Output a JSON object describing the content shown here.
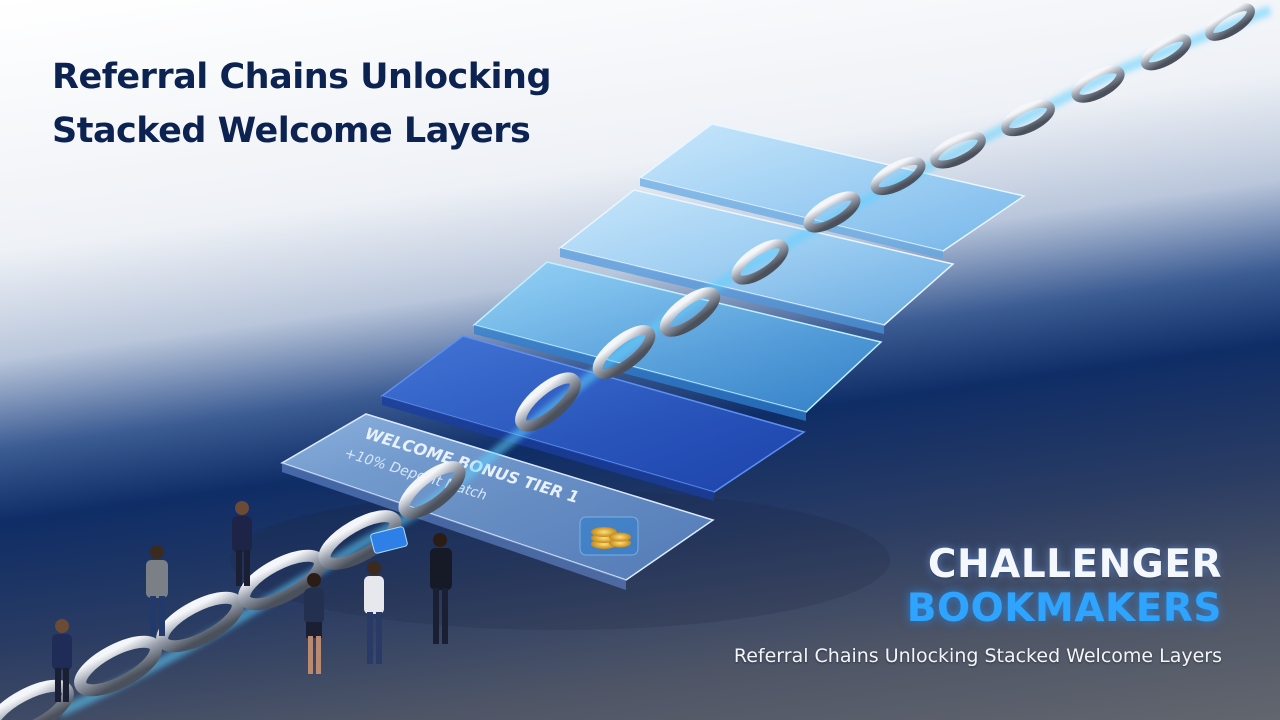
{
  "headline": {
    "line1": "Referral Chains Unlocking",
    "line2": "Stacked Welcome Layers"
  },
  "brand": {
    "line1": "CHALLENGER",
    "line2": "BOOKMAKERS"
  },
  "tagline": "Referral Chains Unlocking Stacked Welcome Layers",
  "tier_card": {
    "title": "WELCOME BONUS TIER 1",
    "subtitle": "+10% Deposit Match",
    "icon": "coin-stack-icon"
  },
  "colors": {
    "headline": "#0c2250",
    "brand_accent": "#2fa4ff",
    "chain_steel": "#b8bec8",
    "panel_glass": "#5aa8ea",
    "data_glow": "#5fd0ff"
  }
}
